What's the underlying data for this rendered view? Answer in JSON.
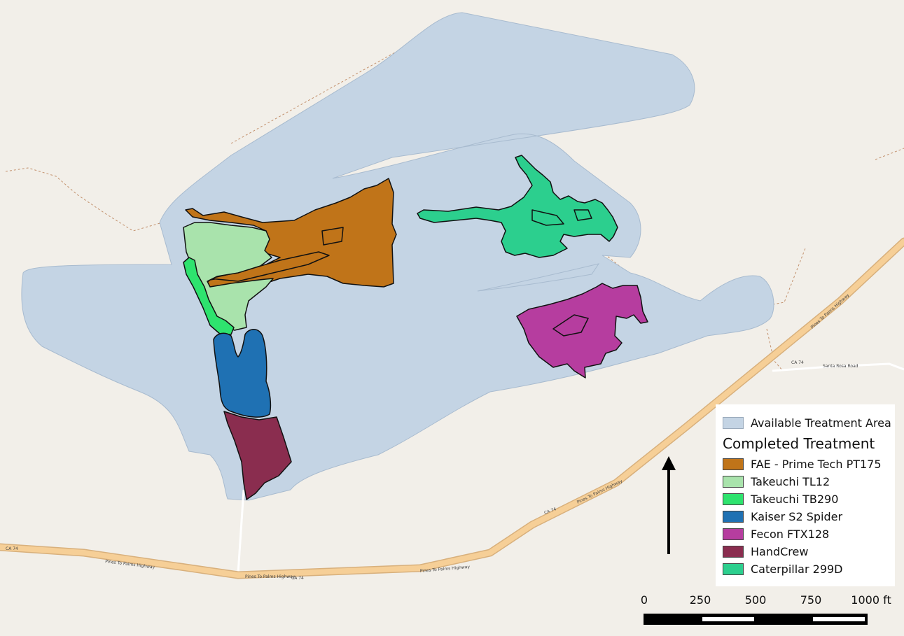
{
  "map": {
    "roads": [
      {
        "id": "pines-to-palms-highway",
        "labels": [
          "Pines To Palms Highway",
          "Pines To Palms Highway",
          "Pines To Palms Highway",
          "Pines To Palms Highway",
          "Pines To Palms Highway"
        ]
      },
      {
        "id": "ca-74",
        "labels": [
          "CA 74",
          "CA 74",
          "CA 74",
          "CA 74"
        ]
      },
      {
        "id": "santa-rosa-road",
        "labels": [
          "Santa Rosa Road"
        ]
      }
    ],
    "colors": {
      "background": "#f2efe9",
      "available_area": "#c4d4e4",
      "highway": "#f6cf97",
      "minor_road": "#ffffff",
      "trail": "#c2906c"
    }
  },
  "legend": {
    "available_label": "Available Treatment Area",
    "available_color": "#c4d4e4",
    "heading": "Completed Treatment",
    "items": [
      {
        "label": "FAE - Prime Tech PT175",
        "color": "#c07419"
      },
      {
        "label": "Takeuchi TL12",
        "color": "#a9e3ac"
      },
      {
        "label": "Takeuchi TB290",
        "color": "#2ee36e"
      },
      {
        "label": "Kaiser S2 Spider",
        "color": "#1f71b3"
      },
      {
        "label": "Fecon FTX128",
        "color": "#b63d9f"
      },
      {
        "label": "HandCrew",
        "color": "#8a2d4f"
      },
      {
        "label": "Caterpillar 299D",
        "color": "#2ccf8e"
      }
    ]
  },
  "north_arrow": {
    "icon": "north-arrow-icon"
  },
  "scale_bar": {
    "ticks": [
      "0",
      "250",
      "500",
      "750",
      "1000 ft"
    ]
  }
}
